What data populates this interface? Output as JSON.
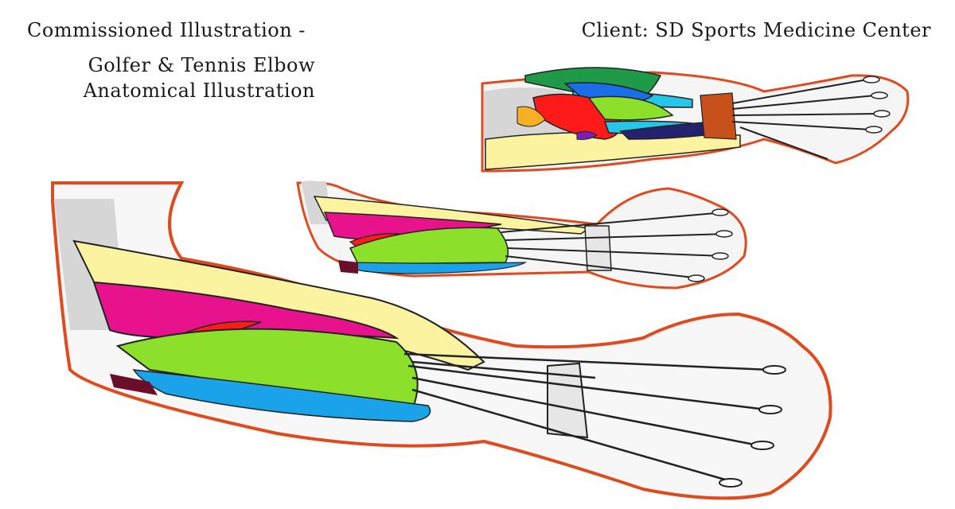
{
  "header": {
    "left_line1": "Commissioned Illustration -",
    "left_line2": "Golfer & Tennis Elbow",
    "left_line3": "Anatomical Illustration",
    "right_client": "Client: SD Sports Medicine Center"
  },
  "colors": {
    "outline": "#e04a1e",
    "skin_gray": "#d6d6d6",
    "yellow": "#fbf3a0",
    "magenta": "#e8128c",
    "red": "#ff1a1a",
    "green": "#8de02a",
    "blue": "#1aa3e8",
    "dark_green": "#1e9a48",
    "navy": "#22226e",
    "cyan": "#26c6e8",
    "purple": "#7a1fb8",
    "maroon": "#6b0e2a",
    "tan": "#c8501a"
  },
  "illustrations": [
    {
      "name": "forearm-top-view"
    },
    {
      "name": "forearm-mid-view"
    },
    {
      "name": "forearm-large-view"
    }
  ]
}
